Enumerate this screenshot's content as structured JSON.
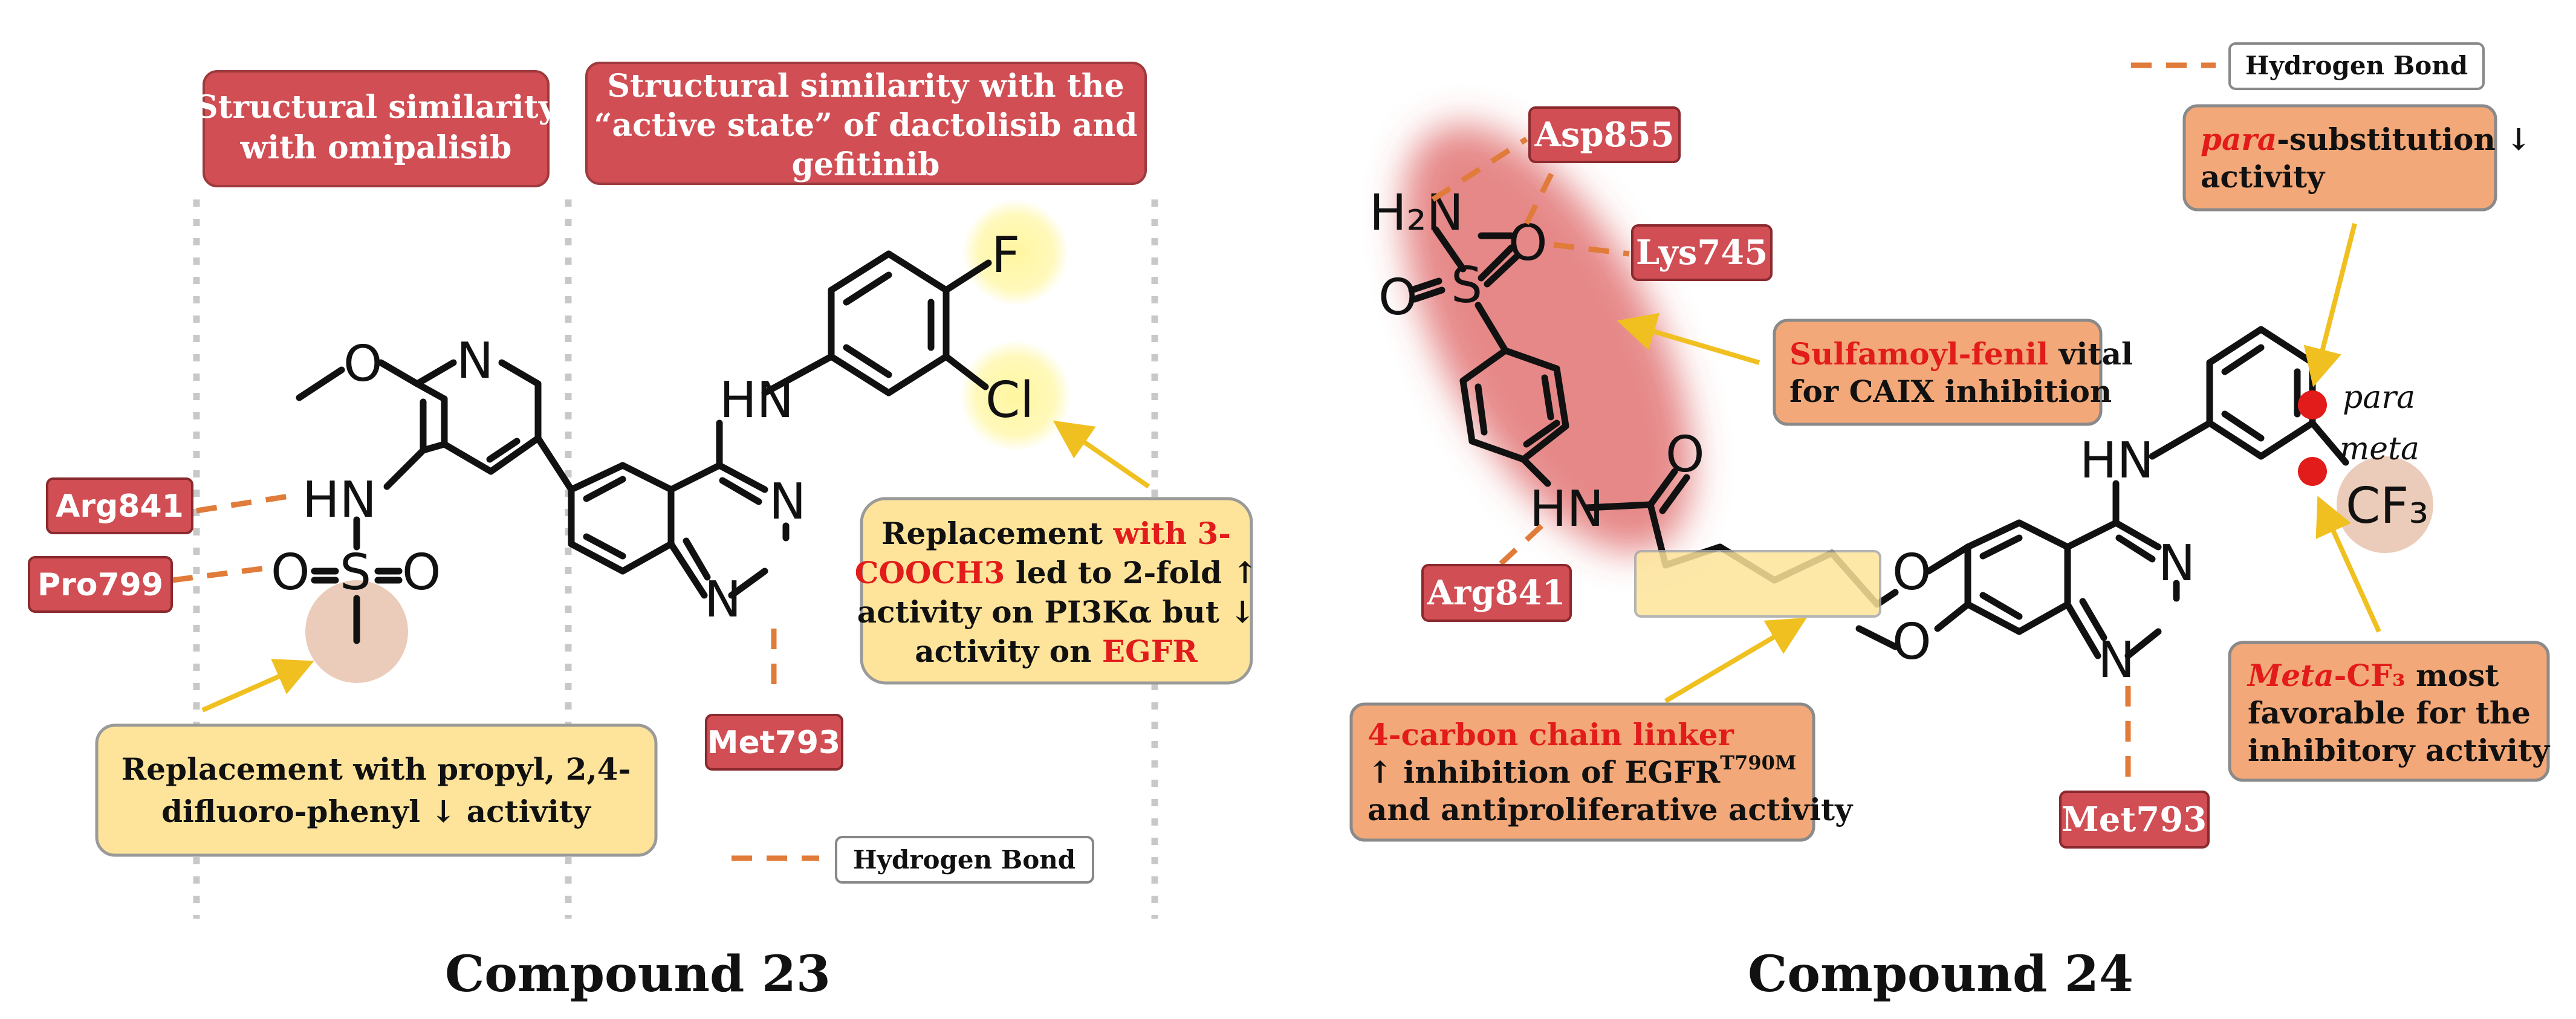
{
  "compound23": {
    "caption": "Compound 23",
    "header_omipalisib": [
      "Structural similarity",
      "with omipalisib"
    ],
    "header_dactolisib": [
      "Structural similarity with the",
      "“active state” of dactolisib and",
      "gefitinib"
    ],
    "residues": {
      "arg841": "Arg841",
      "pro799": "Pro799",
      "met793": "Met793"
    },
    "legend_hbond": "Hydrogen Bond",
    "note_propyl": [
      "Replacement with propyl, 2,4-",
      "difluoro-phenyl ↓ activity"
    ],
    "note_cooch3": {
      "line1_black": "Replacement ",
      "line1_red": "with 3-",
      "line2_red": "COOCH3",
      "line2_black": " led to 2-fold ↑",
      "line3": "activity on PI3Kα but ↓",
      "line4_black": "activity on ",
      "line4_red": "EGFR"
    },
    "atoms": {
      "F": "F",
      "Cl": "Cl",
      "HN": "HN",
      "N": "N",
      "O": "O",
      "S": "S"
    }
  },
  "compound24": {
    "caption": "Compound 24",
    "legend_hbond": "Hydrogen Bond",
    "residues": {
      "asp855": "Asp855",
      "lys745": "Lys745",
      "arg841": "Arg841",
      "met793": "Met793"
    },
    "note_para": {
      "red": "para",
      "rest": "-substitution ↓",
      "line2": "activity"
    },
    "note_sulfamoyl": {
      "red": "Sulfamoyl-fenil",
      "rest": " vital",
      "line2": "for CAIX inhibition"
    },
    "note_linker": {
      "line1_red": "4-carbon chain linker",
      "line2": "↑ inhibition of EGFR",
      "line2_sup": "T790M",
      "line3": "and antiproliferative activity"
    },
    "note_meta": {
      "red_italic": "Meta",
      "red_rest": "-CF₃",
      "black": " most",
      "line2": "favorable for the",
      "line3": "inhibitory activity"
    },
    "position_labels": {
      "para": "para",
      "meta": "meta"
    },
    "atoms": {
      "H2N": "H₂N",
      "CF3": "CF₃",
      "HN": "HN",
      "N": "N",
      "O": "O",
      "S": "S"
    }
  },
  "colors": {
    "residue_red": "#d04e54",
    "note_yellow": "#fde49a",
    "note_orange": "#f2a878",
    "hbond_orange": "#e07b39",
    "arrow_yellow": "#f0c020",
    "highlight_red": "#e21b1b"
  }
}
